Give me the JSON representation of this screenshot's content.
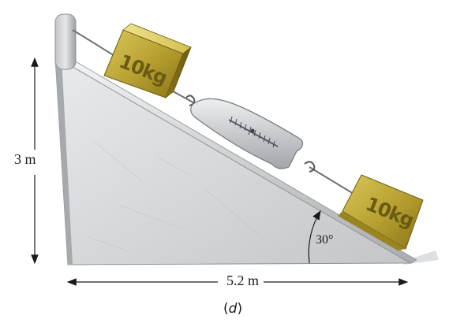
{
  "labels": {
    "height": "3 m",
    "base": "5.2 m",
    "angle": "30°",
    "caption_open": "(",
    "caption_letter": "d",
    "caption_close": ")"
  },
  "blocks": {
    "upper": "10kg",
    "lower": "10kg"
  },
  "icons": [
    "weight-block",
    "spring-scale",
    "hook",
    "arrow"
  ]
}
